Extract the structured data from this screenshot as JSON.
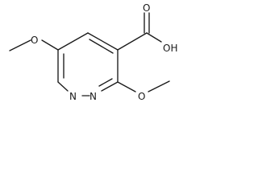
{
  "molecule": {
    "atoms": {
      "hydroxyl_label": "OH",
      "carbonyl_oxygen_label": "O",
      "left_methoxy_oxygen_label": "O",
      "right_methoxy_oxygen_label": "O",
      "ring_nitrogen_1_label": "N",
      "ring_nitrogen_2_label": "N"
    }
  }
}
